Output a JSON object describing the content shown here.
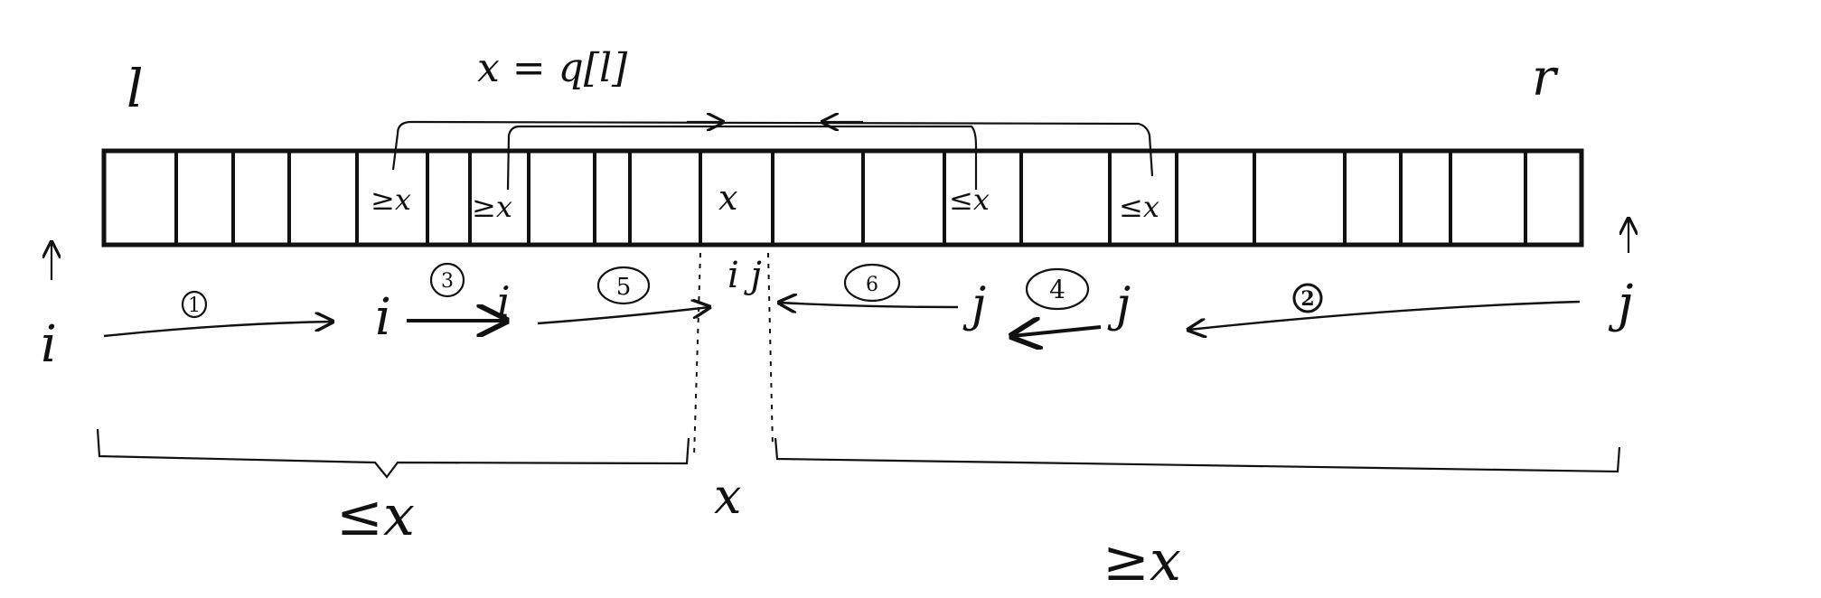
{
  "labels": {
    "l": "l",
    "r": "r",
    "pivot_formula": "x = q[l]",
    "pivot_x": "x",
    "ge_x_1": "≥x",
    "ge_x_2": "≥x",
    "le_x_1": "≤x",
    "le_x_2": "≤x",
    "i_start": "i",
    "i_mid1": "i",
    "i_mid2": "i",
    "ij_meet": "i j",
    "j_end": "j",
    "j_mid1": "j",
    "j_mid2": "j",
    "left_part": "≤x",
    "right_part": "≥x",
    "middle_x": "x"
  },
  "steps": [
    "1",
    "2",
    "3",
    "4",
    "5",
    "6"
  ],
  "colors": {
    "ink": "#111111",
    "background": "#ffffff"
  }
}
